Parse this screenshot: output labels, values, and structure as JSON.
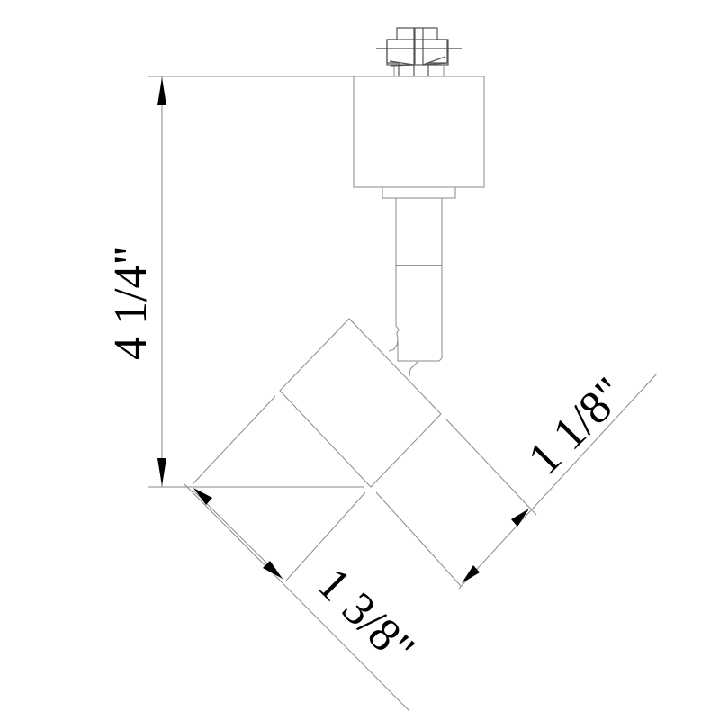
{
  "diagram": {
    "subject": "track light fixture dimension drawing",
    "line_color": "#8a8a8a",
    "arrow_color": "#000000",
    "dimensions": {
      "height": {
        "label": "4 1/4\"",
        "orientation": "vertical"
      },
      "head_width": {
        "label": "1 1/8\"",
        "orientation": "diagonal-up"
      },
      "head_depth": {
        "label": "1 3/8\"",
        "orientation": "diagonal-down"
      }
    },
    "parts": [
      "track-adapter",
      "housing-box",
      "collar",
      "stem",
      "lamp-head"
    ]
  }
}
